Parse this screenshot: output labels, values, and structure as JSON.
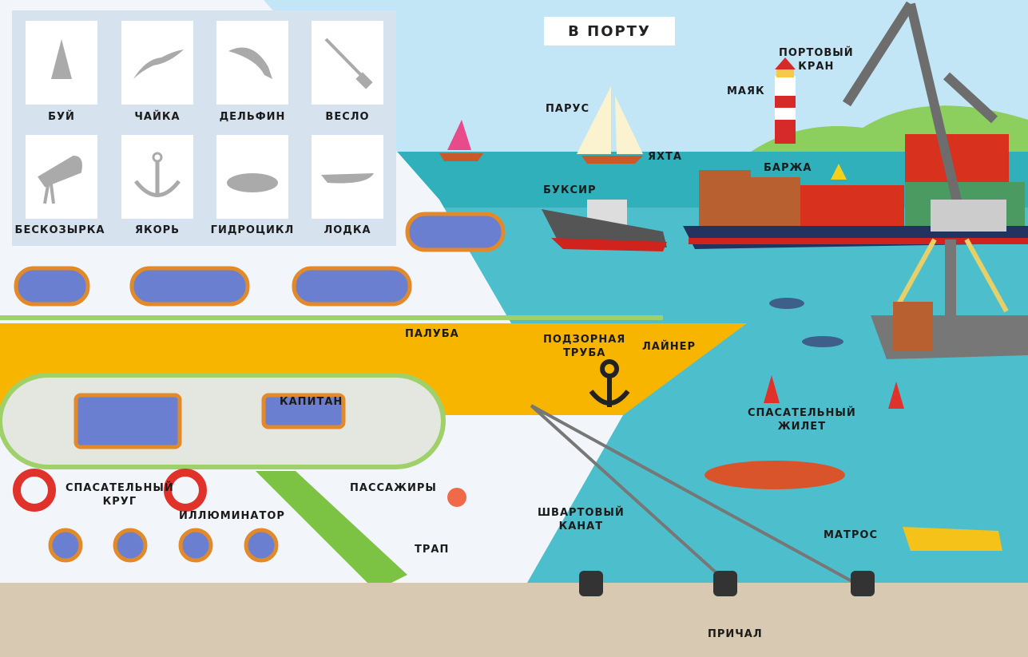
{
  "title": "В ПОРТУ",
  "legend_panel": {
    "items": [
      {
        "label": "БУЙ",
        "icon": "buoy-icon"
      },
      {
        "label": "ЧАЙКА",
        "icon": "seagull-icon"
      },
      {
        "label": "ДЕЛЬФИН",
        "icon": "dolphin-icon"
      },
      {
        "label": "ВЕСЛО",
        "icon": "oar-icon"
      },
      {
        "label": "БЕСКОЗЫРКА",
        "icon": "sailor-cap-icon"
      },
      {
        "label": "ЯКОРЬ",
        "icon": "anchor-icon"
      },
      {
        "label": "ГИДРОЦИКЛ",
        "icon": "jet-ski-icon"
      },
      {
        "label": "ЛОДКА",
        "icon": "boat-icon"
      }
    ]
  },
  "labels": {
    "port_crane": "ПОРТОВЫЙ\nКРАН",
    "lighthouse": "МАЯК",
    "sail": "ПАРУС",
    "yacht": "ЯХТА",
    "barge": "БАРЖА",
    "tugboat": "БУКСИР",
    "deck": "ПАЛУБА",
    "telescope": "ПОДЗОРНАЯ\nТРУБА",
    "liner": "ЛАЙНЕР",
    "captain": "КАПИТАН",
    "life_jacket": "СПАСАТЕЛЬНЫЙ\nЖИЛЕТ",
    "lifebuoy": "СПАСАТЕЛЬНЫЙ\nКРУГ",
    "passengers": "ПАССАЖИРЫ",
    "porthole": "ИЛЛЮМИНАТОР",
    "gangway": "ТРАП",
    "mooring_rope": "ШВАРТОВЫЙ\nКАНАТ",
    "sailor": "МАТРОС",
    "pier": "ПРИЧАЛ"
  },
  "colors": {
    "sky": "#c3e6f7",
    "sea": "#4dbfcc",
    "deck": "#f7b500",
    "quay": "#d8c9b3"
  }
}
